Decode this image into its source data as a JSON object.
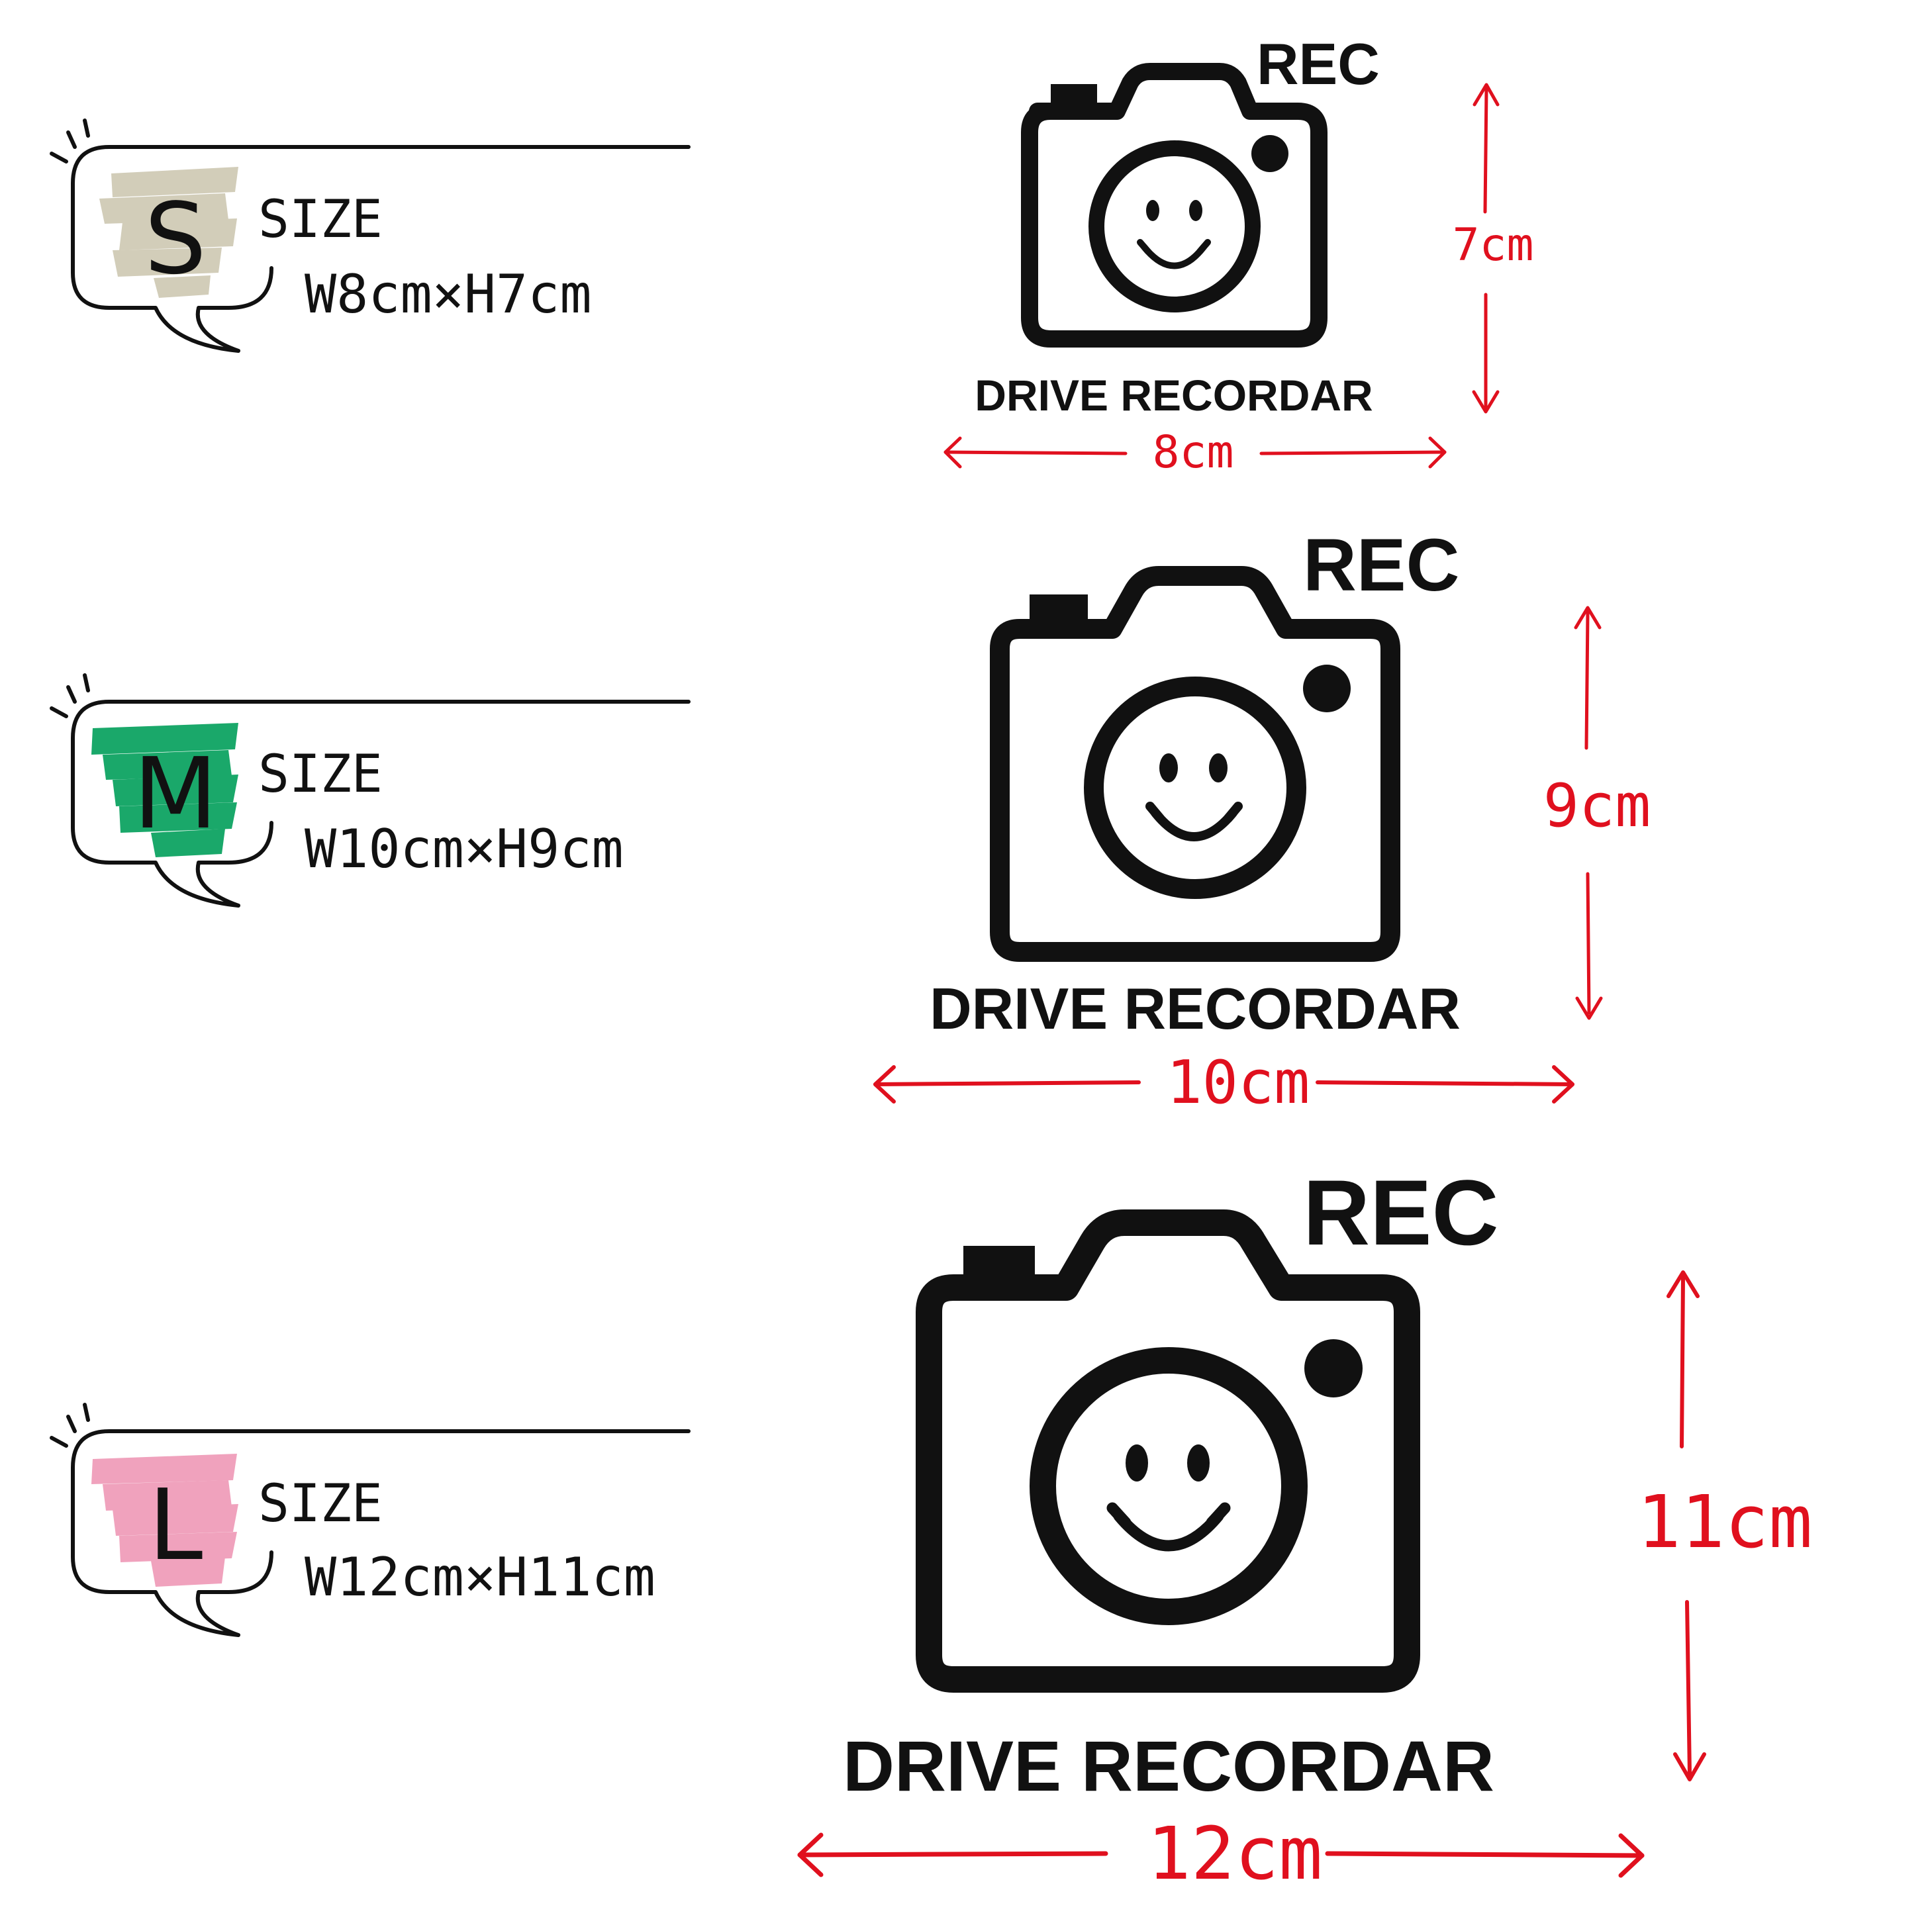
{
  "colors": {
    "ink": "#111111",
    "dimension": "#e0101e",
    "size_s": "#d2cdb9",
    "size_m": "#1aa86a",
    "size_l": "#f0a2bd"
  },
  "size_options": [
    {
      "letter": "S",
      "size_label": "SIZE",
      "dimensions": "W8cm×H7cm"
    },
    {
      "letter": "M",
      "size_label": "SIZE",
      "dimensions": "W10cm×H9cm"
    },
    {
      "letter": "L",
      "size_label": "SIZE",
      "dimensions": "W12cm×H11cm"
    }
  ],
  "stickers": [
    {
      "rec": "REC",
      "caption": "DRIVE RECORDAR",
      "width": "8cm",
      "height": "7cm"
    },
    {
      "rec": "REC",
      "caption": "DRIVE RECORDAR",
      "width": "10cm",
      "height": "9cm"
    },
    {
      "rec": "REC",
      "caption": "DRIVE RECORDAR",
      "width": "12cm",
      "height": "11cm"
    }
  ],
  "icons": [
    "speech-bubble-icon",
    "camera-icon",
    "smiley-face-icon",
    "arrow-icon"
  ]
}
